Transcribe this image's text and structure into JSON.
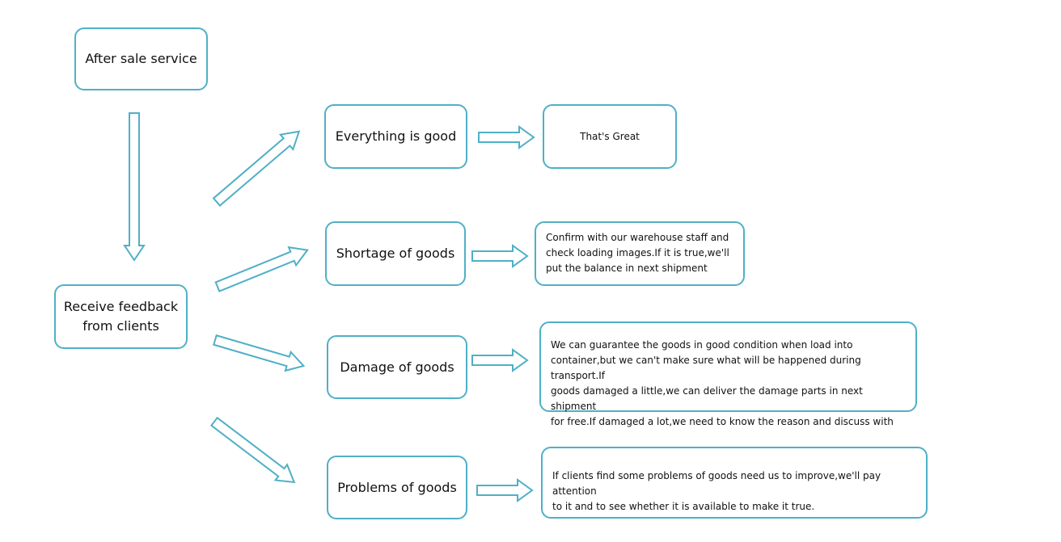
{
  "nodes": {
    "after_sale": "After sale service",
    "receive_feedback_line1": "Receive feedback",
    "receive_feedback_line2": "from clients",
    "everything_good": "Everything is good",
    "shortage": "Shortage of goods",
    "damage": "Damage of goods",
    "problems": "Problems of goods"
  },
  "responses": {
    "great": "That's Great",
    "shortage_lines": [
      "Confirm with our warehouse staff and",
      "check loading images.If it is true,we'll",
      "put the balance in next shipment"
    ],
    "damage_lines": [
      "We can guarantee the goods in good condition when load into",
      "container,but we can't make sure what will be happened during transport.If",
      "goods damaged a little,we can deliver the damage parts in next shipment",
      "for free.If damaged a lot,we need to know the reason and discuss with"
    ],
    "problems_lines": [
      "If clients find some problems of goods need us to improve,we'll pay attention",
      "to it and to see whether it is available to make it true."
    ]
  },
  "colors": {
    "border": "#4fb0c6",
    "text": "#111111",
    "background": "#ffffff"
  }
}
